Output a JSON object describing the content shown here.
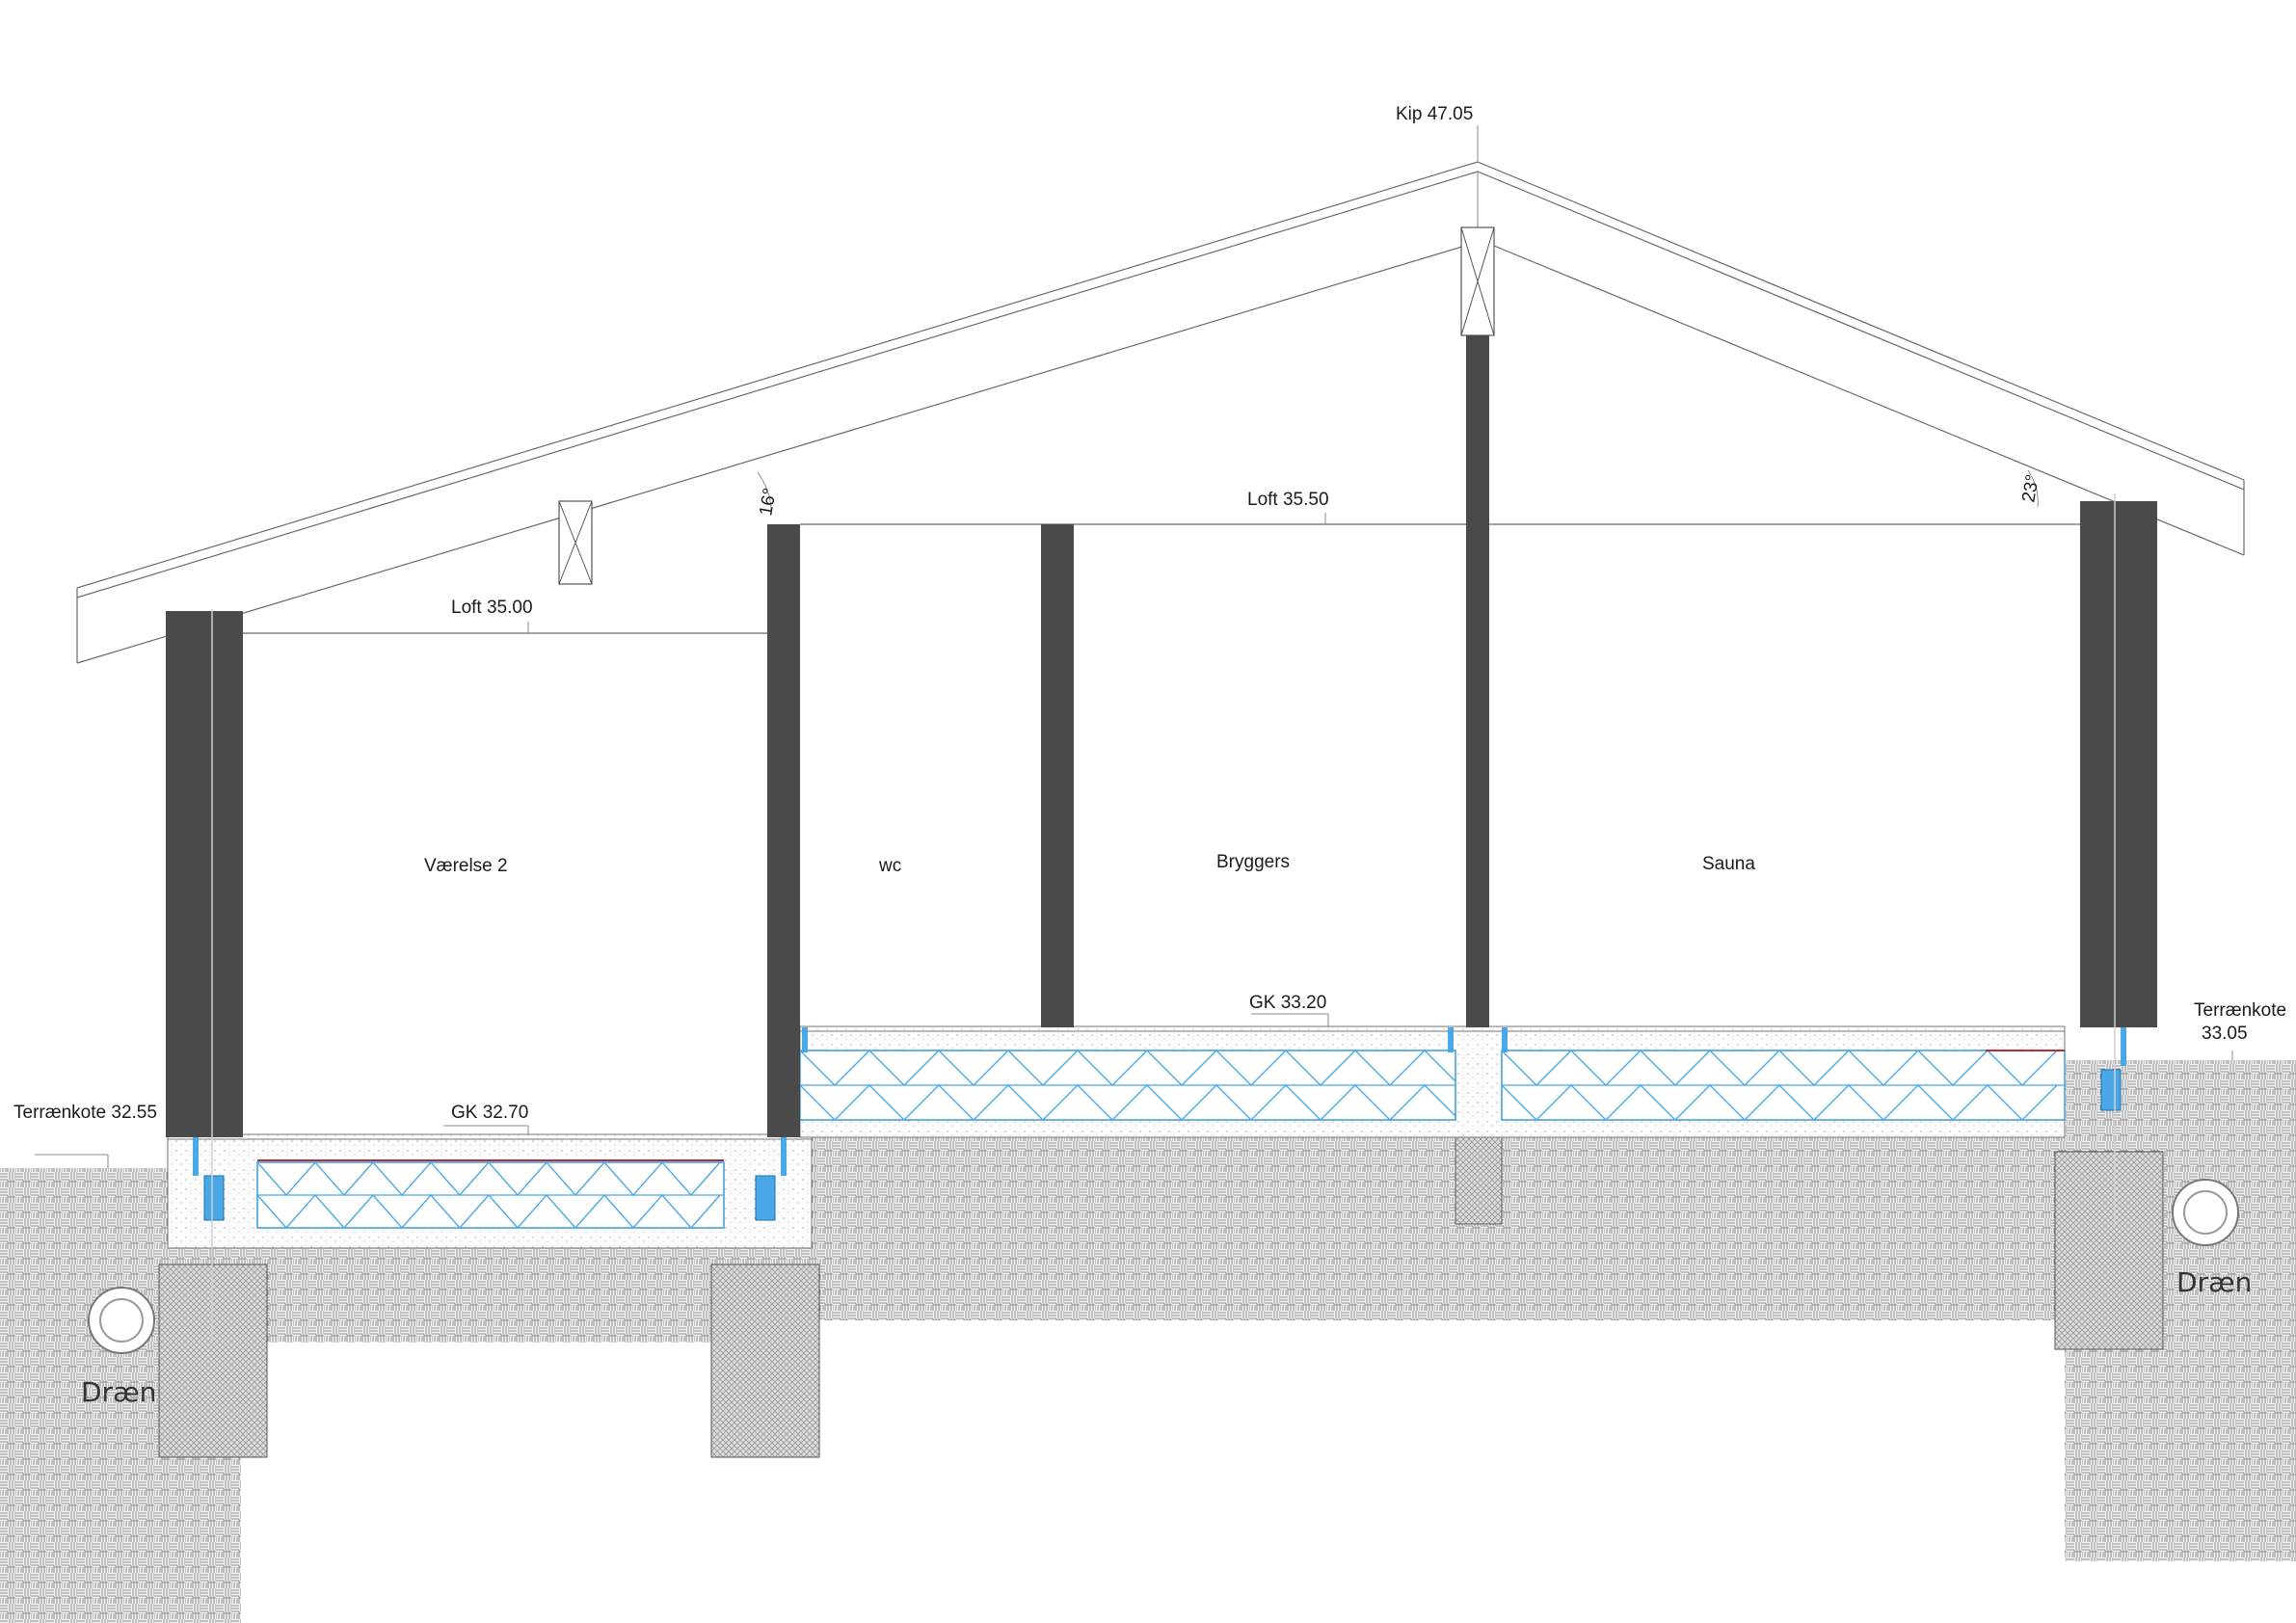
{
  "labels": {
    "kip": "Kip 47.05",
    "loft_left": "Loft 35.00",
    "loft_right": "Loft 35.50",
    "gk_left": "GK 32.70",
    "gk_right": "GK 33.20",
    "terraen_left": "Terrænkote 32.55",
    "terraen_right_line1": "Terrænkote",
    "terraen_right_line2": "33.05",
    "angle_left": "16°",
    "angle_right": "23°",
    "drain_left": "Dræn",
    "drain_right": "Dræn"
  },
  "rooms": {
    "vaerelse": "Værelse 2",
    "wc": "wc",
    "bryggers": "Bryggers",
    "sauna": "Sauna"
  },
  "colors": {
    "wall": "#4a4a4a",
    "insulation": "#4aa8e8",
    "insulation_light": "#a9d6f5",
    "vapor_barrier": "#b0303a",
    "soil": "#9a9a9a",
    "concrete": "#c4c4c4"
  }
}
